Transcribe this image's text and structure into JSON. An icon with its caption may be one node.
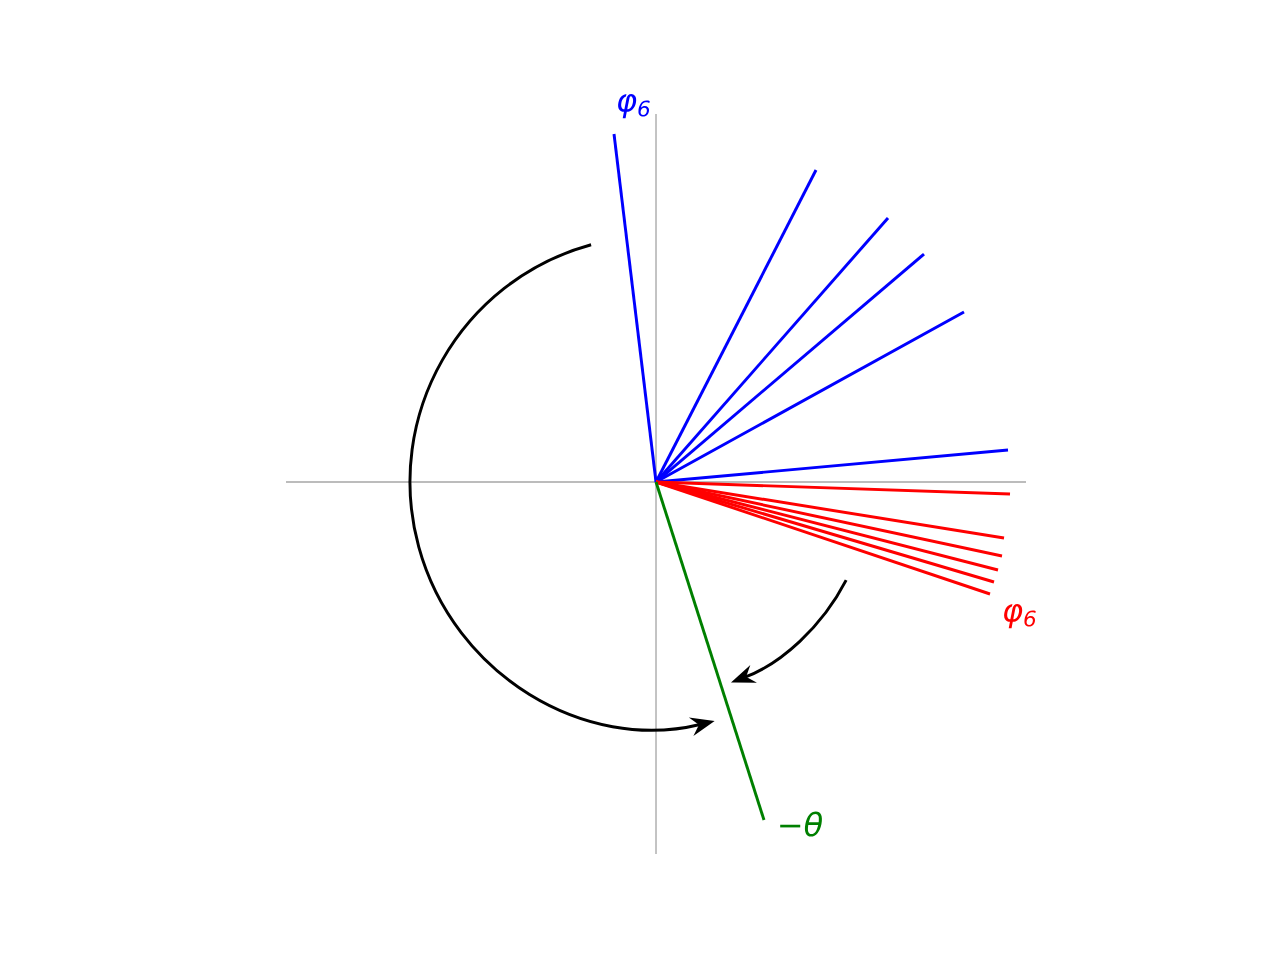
{
  "diagram": {
    "labels": [
      "φ$_{6}$",
      "φ$_{6}$",
      "−θ"
    ]
  }
}
